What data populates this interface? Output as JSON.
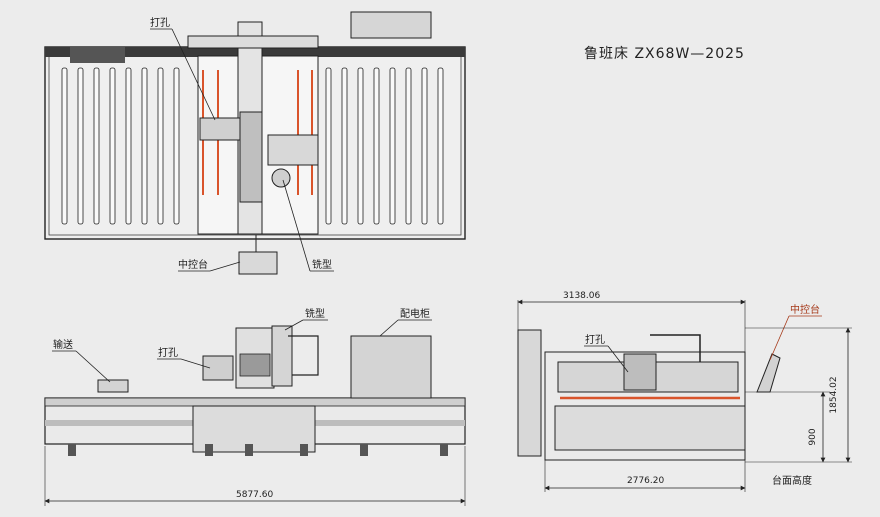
{
  "title": "鲁班床 ZX68W—2025",
  "labels": {
    "top_drill": "打孔",
    "top_center_console": "中控台",
    "top_milling": "铣型",
    "front_milling": "铣型",
    "front_cabinet": "配电柜",
    "front_conveyor": "输送",
    "front_drill": "打孔",
    "side_drill": "打孔",
    "side_center_console": "中控台",
    "table_height": "台面高度"
  },
  "dimensions": {
    "overall_length": "5877.60",
    "side_length": "3138.06",
    "side_base_length": "2776.20",
    "total_height": "1854.02",
    "table_height": "900"
  },
  "colors": {
    "background": "#ececec",
    "line": "#222222",
    "accent": "#d9542b",
    "callout": "#a63a1a"
  }
}
